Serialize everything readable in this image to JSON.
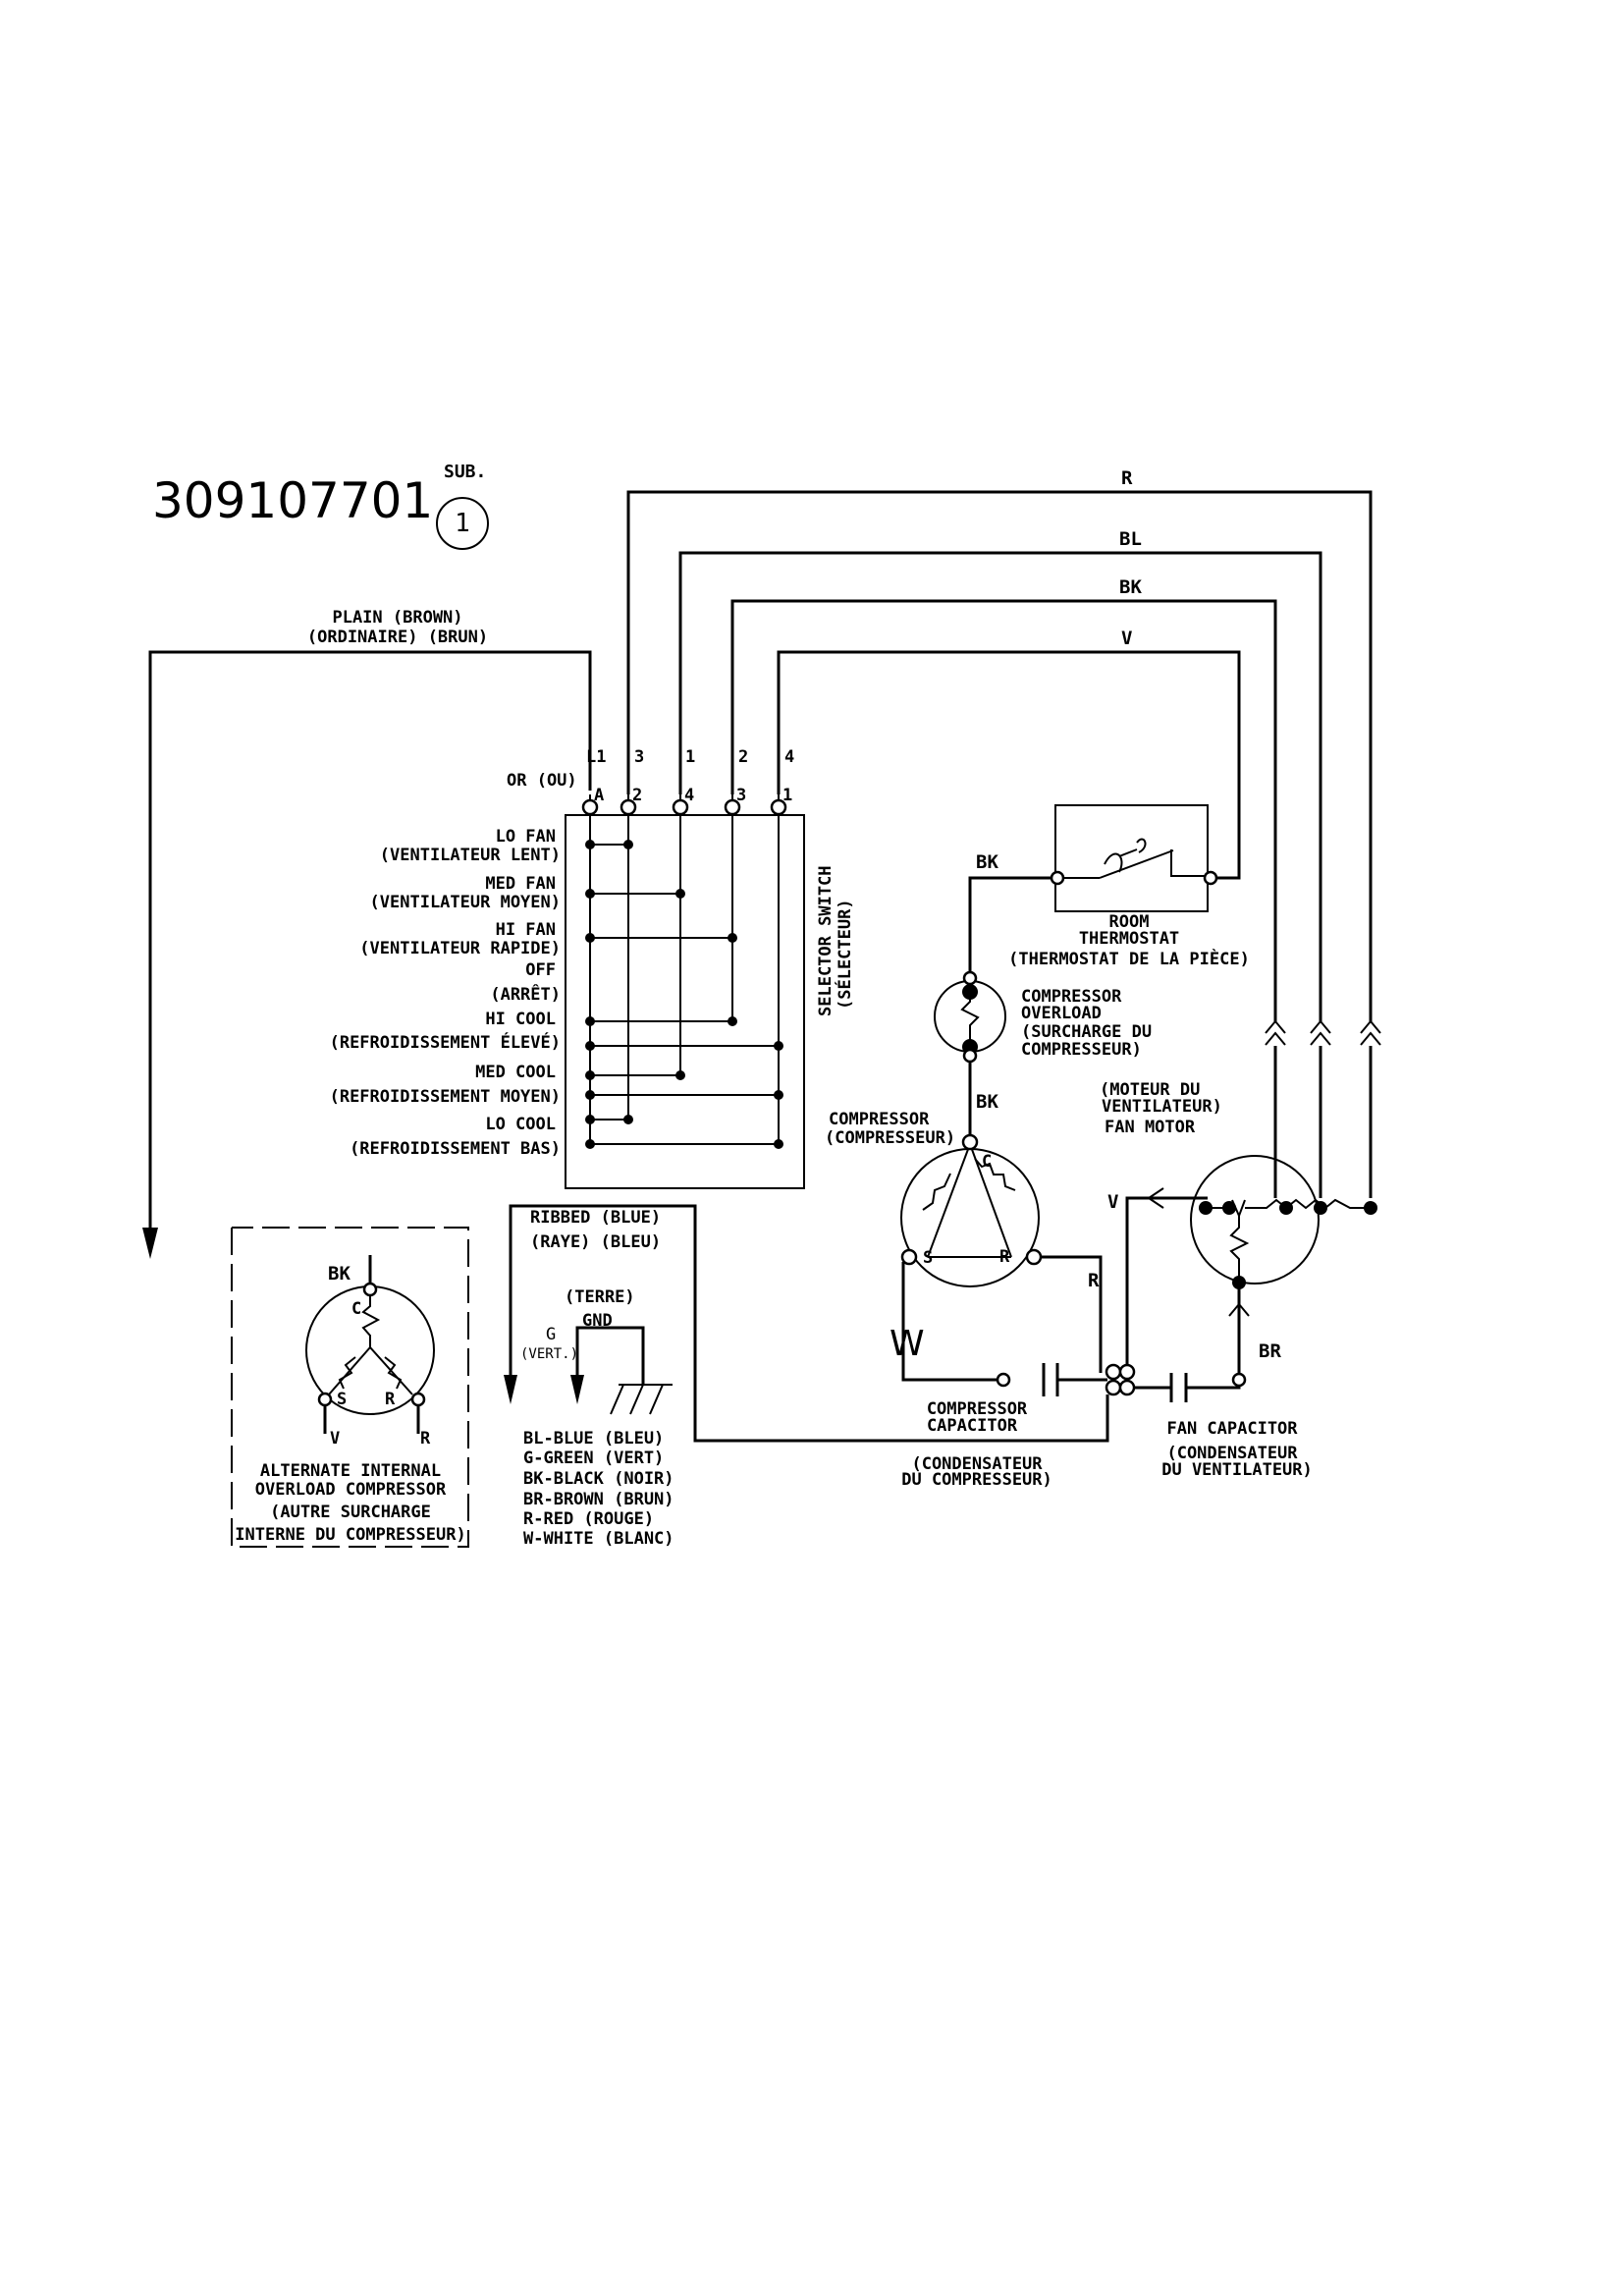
{
  "header": {
    "part_number": "309107701",
    "sub_label": "SUB.",
    "sub_number": "1"
  },
  "power_cord": {
    "line1": "PLAIN   (BROWN)",
    "line2": "(ORDINAIRE)    (BRUN)",
    "or_label": "OR (OU)"
  },
  "wire_labels": {
    "r": "R",
    "bl": "BL",
    "bk": "BK",
    "v": "V"
  },
  "terminals": {
    "top": [
      "L1",
      "3",
      "1",
      "2",
      "4"
    ],
    "bottom": [
      "A",
      "2",
      "4",
      "3",
      "1"
    ]
  },
  "selector_switch": {
    "title1": "SELECTOR SWITCH",
    "title2": "(SÉLECTEUR)",
    "positions": [
      {
        "en": "LO FAN",
        "fr": "(VENTILATEUR LENT)"
      },
      {
        "en": "MED FAN",
        "fr": "(VENTILATEUR MOYEN)"
      },
      {
        "en": "HI FAN",
        "fr": "(VENTILATEUR RAPIDE)"
      },
      {
        "en": "OFF",
        "fr": "(ARRÊT)"
      },
      {
        "en": "HI COOL",
        "fr": "(REFROIDISSEMENT ÉLEVÉ)"
      },
      {
        "en": "MED COOL",
        "fr": "(REFROIDISSEMENT MOYEN)"
      },
      {
        "en": "LO COOL",
        "fr": "(REFROIDISSEMENT BAS)"
      }
    ]
  },
  "thermostat": {
    "bk": "BK",
    "line1": "ROOM",
    "line2": "THERMOSTAT",
    "line3": "(THERMOSTAT DE LA PIÈCE)"
  },
  "overload": {
    "line1": "COMPRESSOR",
    "line2": "OVERLOAD",
    "line3": "(SURCHARGE DU",
    "line4": "COMPRESSEUR)",
    "bk": "BK"
  },
  "compressor": {
    "line1": "COMPRESSOR",
    "line2": "(COMPRESSEUR)",
    "c": "C",
    "s": "S",
    "r": "R",
    "r_wire": "R",
    "w_wire": "W"
  },
  "fan_motor": {
    "line1": "(MOTEUR DU",
    "line2": "VENTILATEUR)",
    "line3": "FAN MOTOR",
    "v": "V",
    "br": "BR"
  },
  "compressor_capacitor": {
    "line1": "COMPRESSOR",
    "line2": "CAPACITOR",
    "line3": "(CONDENSATEUR",
    "line4": "DU COMPRESSEUR)"
  },
  "fan_capacitor": {
    "line1": "FAN CAPACITOR",
    "line2": "(CONDENSATEUR",
    "line3": "DU VENTILATEUR)"
  },
  "ribbed": {
    "line1": "RIBBED  (BLUE)",
    "line2": "(RAYE)   (BLEU)"
  },
  "ground": {
    "terre": "(TERRE)",
    "gnd": "GND",
    "g": "G",
    "vert": "(VERT.)"
  },
  "legend": [
    "BL-BLUE (BLEU)",
    "G-GREEN (VERT)",
    "BK-BLACK (NOIR)",
    "BR-BROWN (BRUN)",
    "R-RED (ROUGE)",
    "W-WHITE (BLANC)"
  ],
  "alternate": {
    "bk": "BK",
    "c": "C",
    "s": "S",
    "r": "R",
    "v": "V",
    "r2": "R",
    "lines": [
      "ALTERNATE INTERNAL",
      "OVERLOAD COMPRESSOR",
      "(AUTRE SURCHARGE",
      "INTERNE DU COMPRESSEUR)"
    ]
  }
}
